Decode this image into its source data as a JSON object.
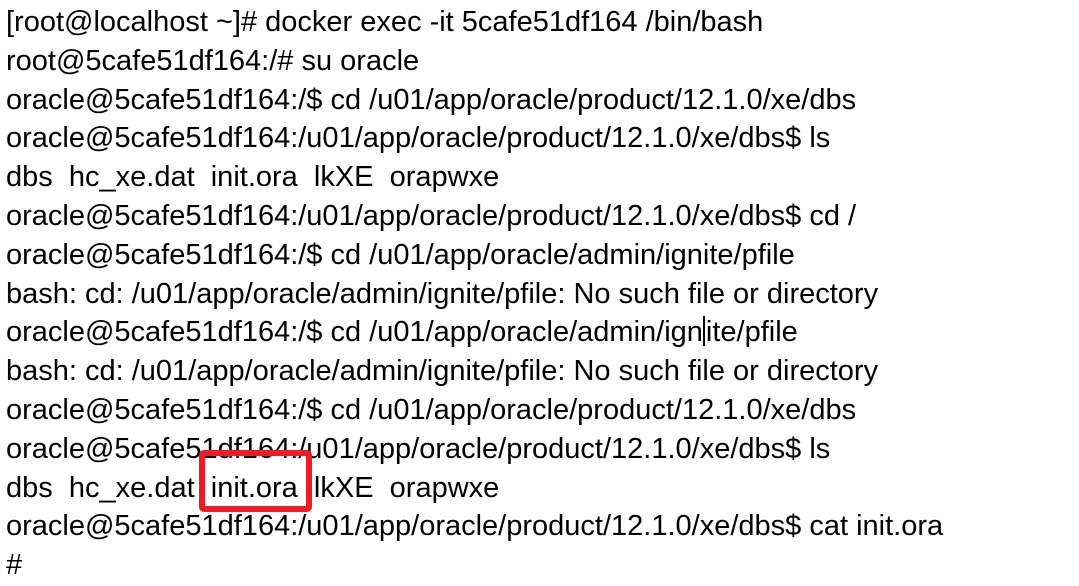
{
  "terminal": {
    "colors": {
      "background": "#ffffff",
      "text": "#000000",
      "highlight_box": "#ed1c24"
    },
    "lines": [
      {
        "text": "[root@localhost ~]# docker exec -it 5cafe51df164 /bin/bash"
      },
      {
        "text": "root@5cafe51df164:/# su oracle"
      },
      {
        "text": "oracle@5cafe51df164:/$ cd /u01/app/oracle/product/12.1.0/xe/dbs"
      },
      {
        "text": "oracle@5cafe51df164:/u01/app/oracle/product/12.1.0/xe/dbs$ ls"
      },
      {
        "text": "dbs  hc_xe.dat  init.ora  lkXE  orapwxe"
      },
      {
        "text": "oracle@5cafe51df164:/u01/app/oracle/product/12.1.0/xe/dbs$ cd /"
      },
      {
        "text": "oracle@5cafe51df164:/$ cd /u01/app/oracle/admin/ignite/pfile"
      },
      {
        "text": "bash: cd: /u01/app/oracle/admin/ignite/pfile: No such file or directory"
      },
      {
        "before_cursor": "oracle@5cafe51df164:/$ cd /u01/app/oracle/admin/ign",
        "after_cursor": "ite/pfile"
      },
      {
        "text": "bash: cd: /u01/app/oracle/admin/ignite/pfile: No such file or directory"
      },
      {
        "text": "oracle@5cafe51df164:/$ cd /u01/app/oracle/product/12.1.0/xe/dbs"
      },
      {
        "text": "oracle@5cafe51df164:/u01/app/oracle/product/12.1.0/xe/dbs$ ls"
      },
      {
        "before_highlight": "dbs  hc_xe.dat ",
        "highlighted": " init.ora ",
        "after_highlight": " lkXE  orapwxe"
      },
      {
        "text": "oracle@5cafe51df164:/u01/app/oracle/product/12.1.0/xe/dbs$ cat init.ora"
      },
      {
        "text": "#"
      }
    ]
  }
}
